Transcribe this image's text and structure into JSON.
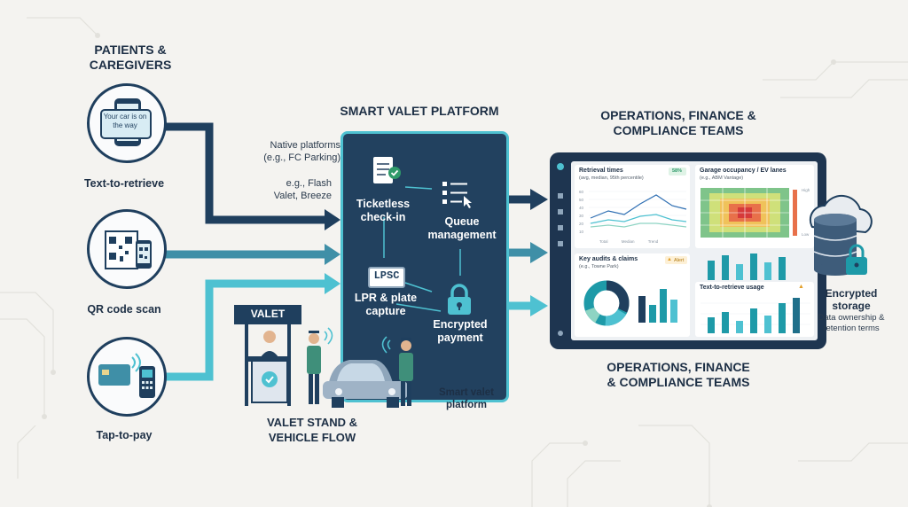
{
  "left": {
    "heading": "PATIENTS &\nCAREGIVERS",
    "phone_message": "Your car is on the way",
    "items": [
      {
        "label": "Text-to-retrieve"
      },
      {
        "label": "QR code scan"
      },
      {
        "label": "Tap-to-pay"
      }
    ]
  },
  "notes": {
    "native": "Native platforms\n(e.g., FC Parking)",
    "examples": "e.g., Flash\nValet, Breeze"
  },
  "platform": {
    "title": "SMART VALET PLATFORM",
    "ticketless": "Ticketless\ncheck-in",
    "queue": "Queue\nmanagement",
    "lpr_plate": "LPSC",
    "lpr": "LPR & plate\ncapture",
    "payment": "Encrypted\npayment",
    "footer": "Smart valet\nplatform"
  },
  "valet": {
    "sign": "VALET",
    "caption": "VALET STAND &\nVEHICLE FLOW"
  },
  "ops": {
    "title_top": "OPERATIONS, FINANCE &\nCOMPLIANCE TEAMS",
    "title_bottom": "OPERATIONS, FINANCE\n& COMPLIANCE TEAMS"
  },
  "dashboard": {
    "retrieval": {
      "title": "Retrieval times",
      "sub": "(avg, median, 95th percentile)",
      "badge": "58%",
      "legend": [
        "Total",
        "Median",
        "Trend"
      ],
      "yticks": [
        "60",
        "50",
        "40",
        "30",
        "20",
        "10"
      ]
    },
    "garage": {
      "title": "Garage occupancy / EV lanes",
      "sub": "(e.g., ABM Vantage)",
      "scale_top": "High",
      "scale_bottom": "Low"
    },
    "audits": {
      "title": "Key audits & claims",
      "sub": "(e.g., Towne Park)",
      "alert": "Alert"
    },
    "usage": {
      "title": "Text-to-retrieve usage"
    }
  },
  "storage": {
    "title": "Encrypted\nstorage",
    "sub": "Data ownership &\nretention terms"
  },
  "colors": {
    "navy": "#1f3f5e",
    "teal": "#4ec1d1",
    "panel": "#22415f",
    "accent": "#1e9aa8"
  }
}
